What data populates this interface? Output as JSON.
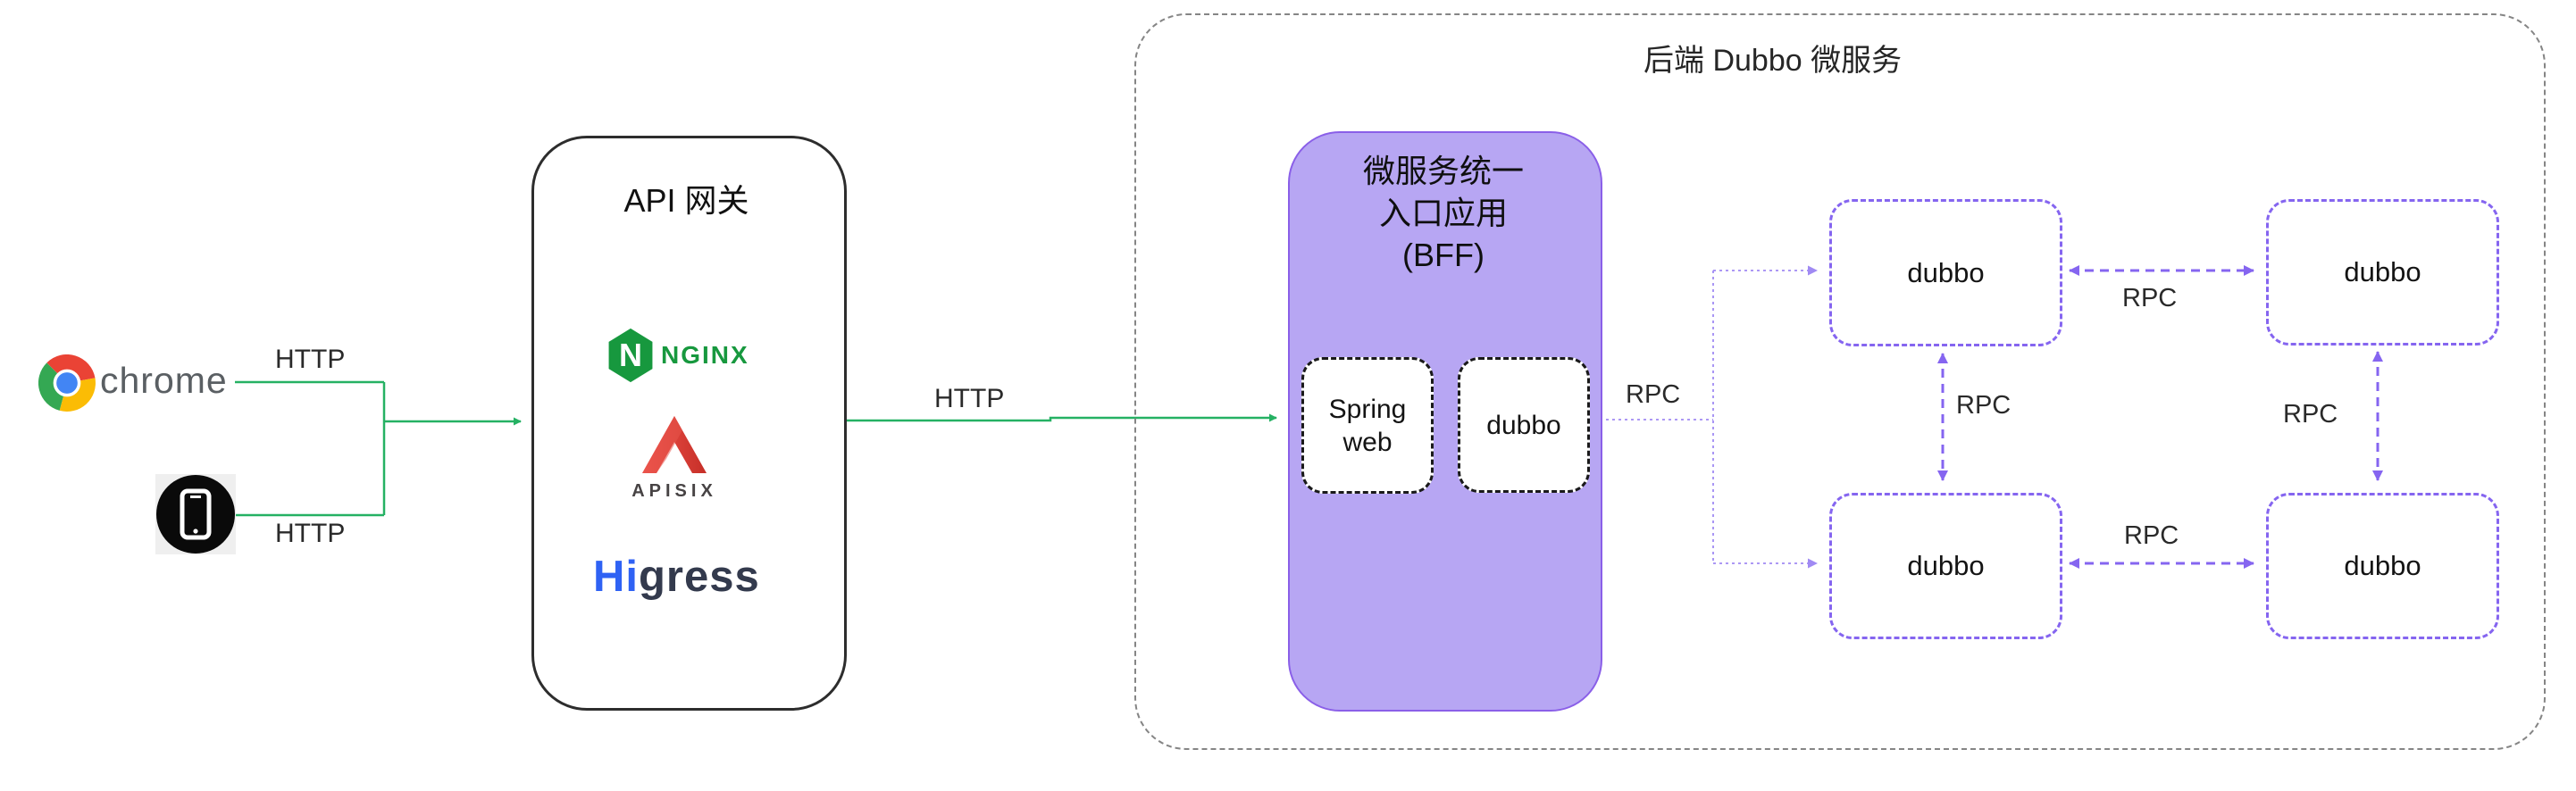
{
  "clients": {
    "chrome": {
      "label": "chrome"
    },
    "edges": {
      "chrome_http": "HTTP",
      "phone_http": "HTTP"
    }
  },
  "gateway": {
    "title": "API 网关",
    "nginx": {
      "n_letter": "N",
      "text": "NGINX"
    },
    "apisix": {
      "text": "APISIX"
    },
    "higress": {
      "hi": "Hi",
      "gress": "gress"
    },
    "out_edge_label": "HTTP"
  },
  "backend": {
    "title": "后端 Dubbo 微服务",
    "bff": {
      "line1": "微服务统一",
      "line2": "入口应用",
      "line3": "(BFF)",
      "spring_web": "Spring web",
      "dubbo": "dubbo"
    },
    "fan_rpc_label": "RPC",
    "nodes": {
      "top_left": "dubbo",
      "top_right": "dubbo",
      "bottom_left": "dubbo",
      "bottom_right": "dubbo"
    },
    "rpc": {
      "top": "RPC",
      "bottom": "RPC",
      "left": "RPC",
      "right": "RPC"
    }
  },
  "colors": {
    "green": "#25b163",
    "purple": "#8565f0",
    "fine_purple": "#a08af3",
    "bff_fill": "#b7a6f3",
    "bff_border": "#8a5fe8",
    "container_dash": "#858585",
    "nginx_green": "#17983e",
    "apisix_red": "#d8342c",
    "higress_blue": "#2f62f4",
    "higress_dark": "#333a4d",
    "chrome_text": "#5a5f63"
  }
}
